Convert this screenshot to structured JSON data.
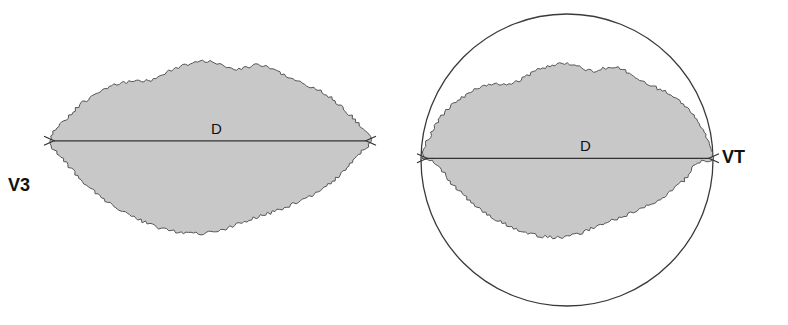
{
  "diagram": {
    "nodes": [
      {
        "text": [
          "D"
        ]
      },
      {
        "text": [
          "D"
        ]
      }
    ],
    "labels": [
      "V3",
      "VT"
    ]
  }
}
